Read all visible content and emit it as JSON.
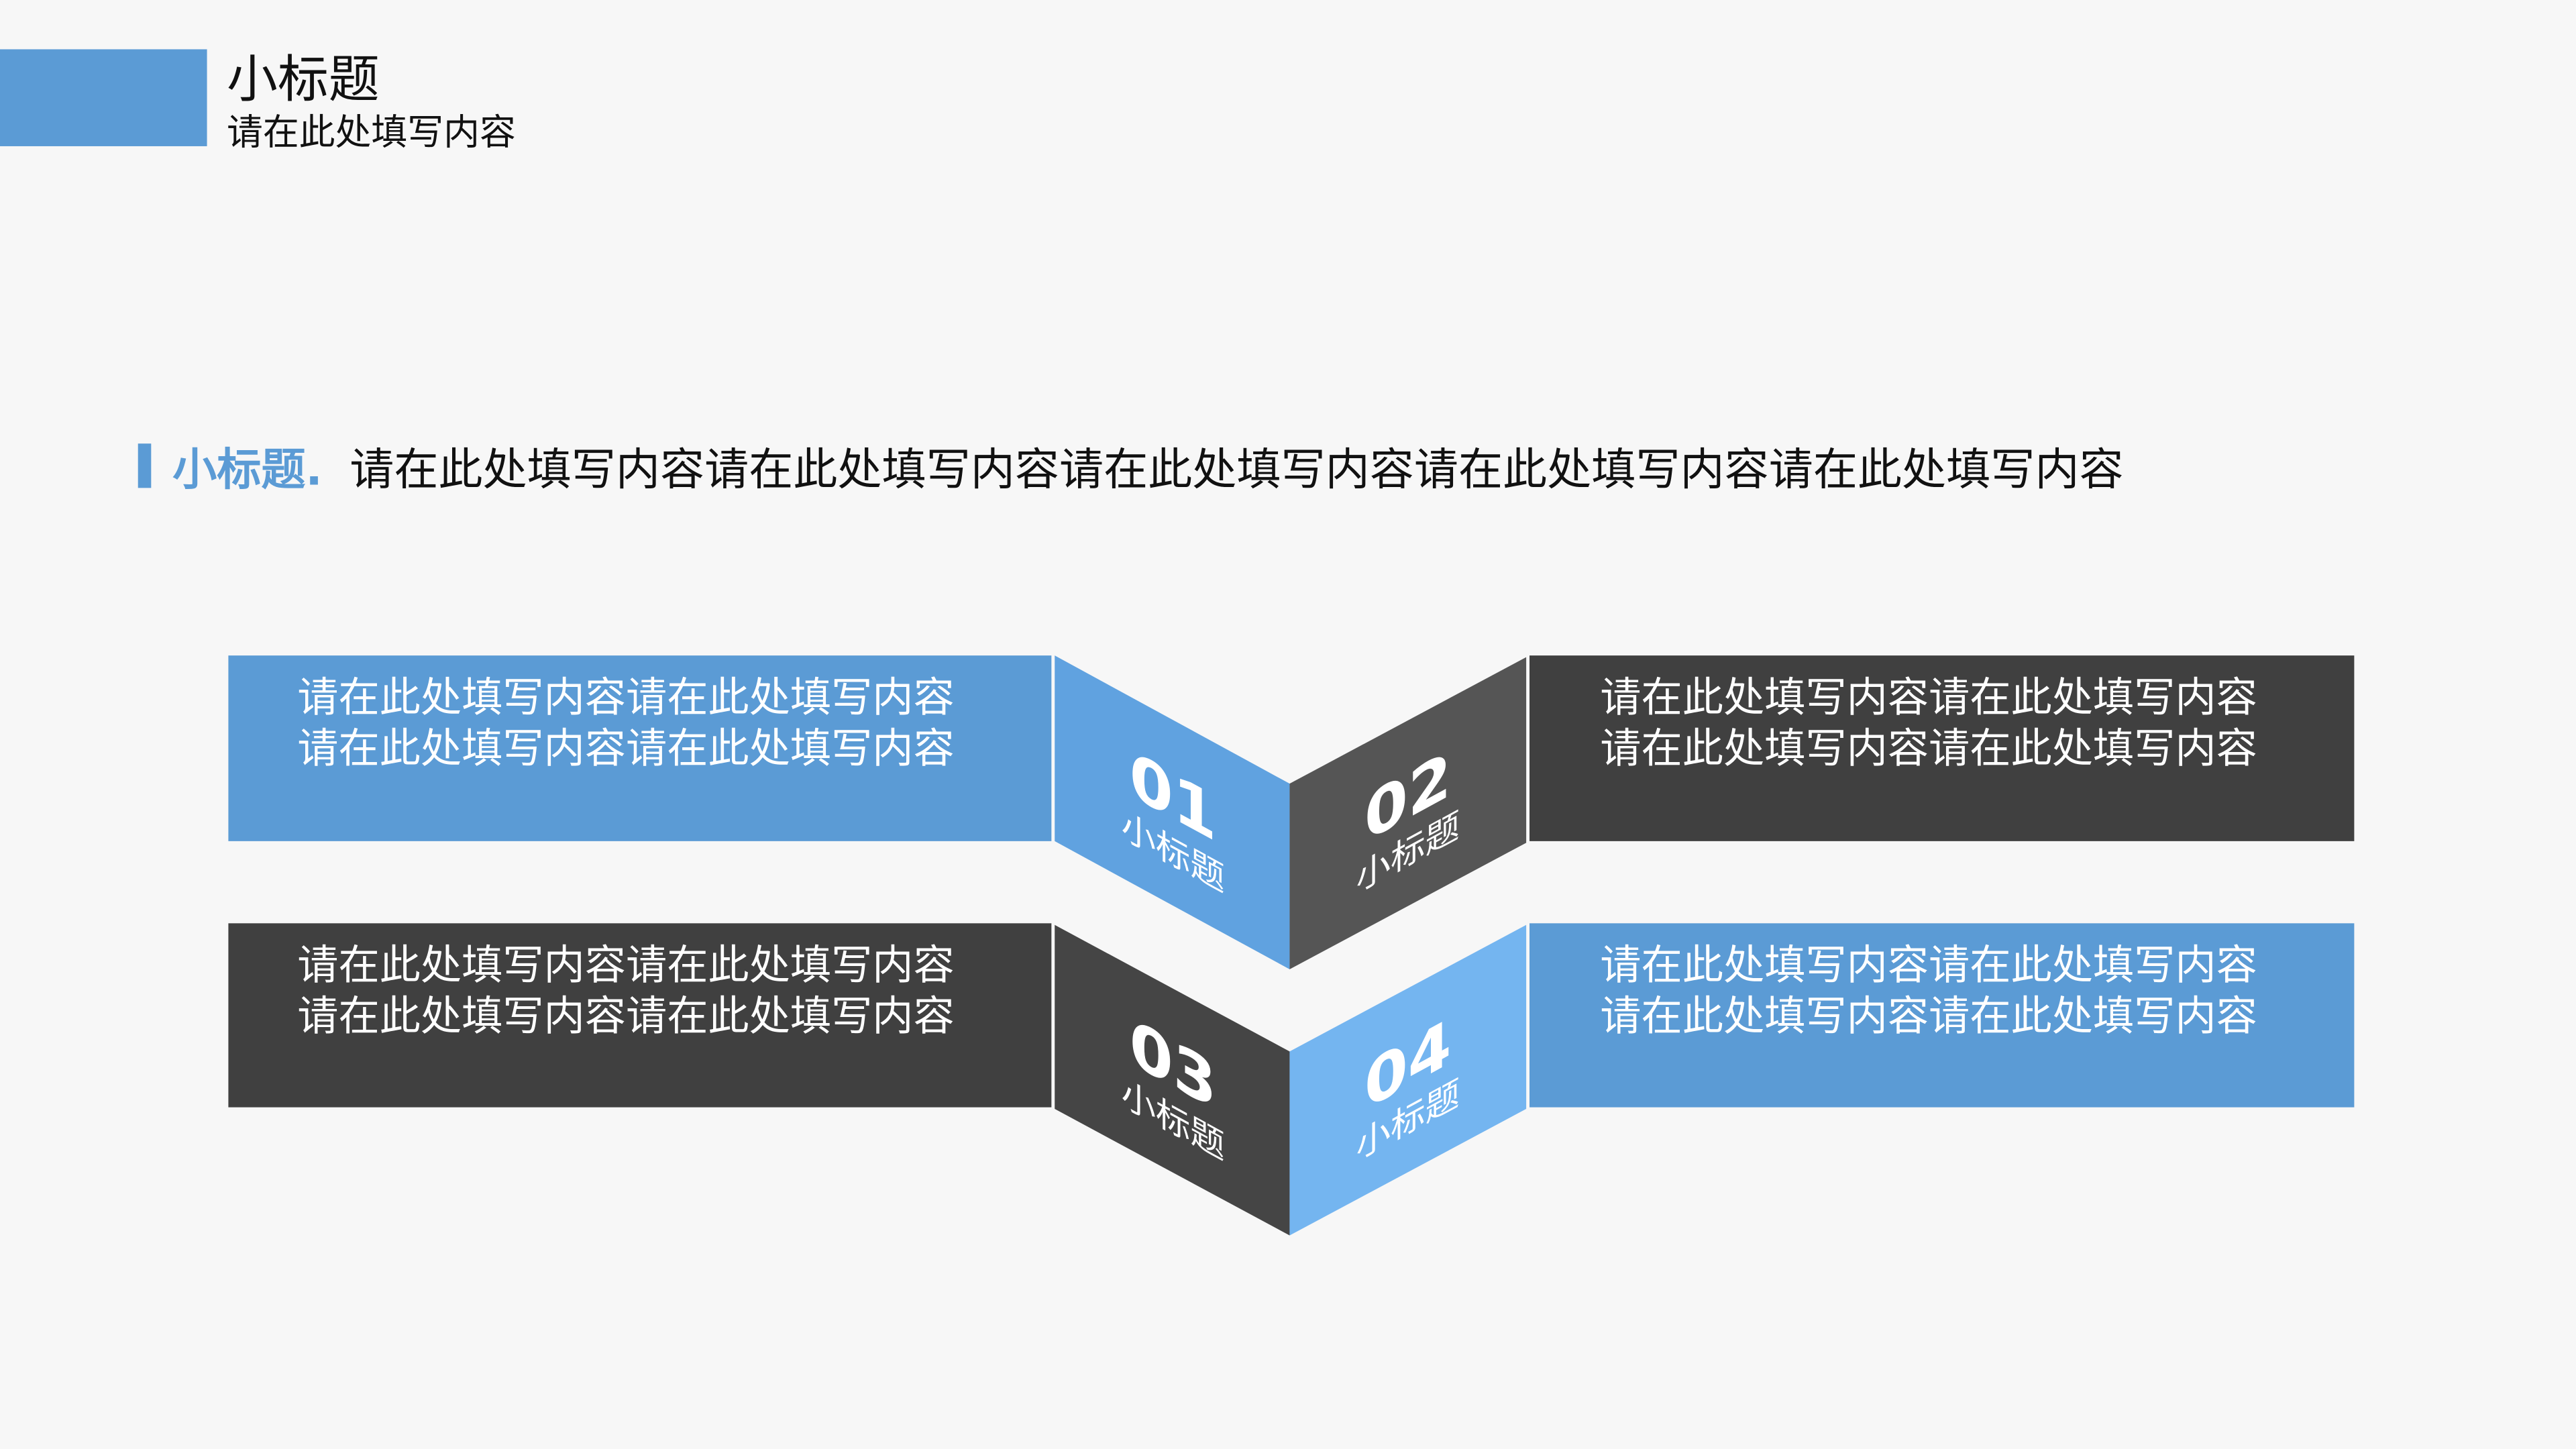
{
  "header": {
    "title": "小标题",
    "subtitle": "请在此处填写内容"
  },
  "headline": {
    "label": "小标题.",
    "text": "请在此处填写内容请在此处填写内容请在此处填写内容请在此处填写内容请在此处填写内容"
  },
  "items": [
    {
      "number": "01",
      "title": "小标题",
      "lines": [
        "请在此处填写内容请在此处填写内容",
        "请在此处填写内容请在此处填写内容"
      ]
    },
    {
      "number": "02",
      "title": "小标题",
      "lines": [
        "请在此处填写内容请在此处填写内容",
        "请在此处填写内容请在此处填写内容"
      ]
    },
    {
      "number": "03",
      "title": "小标题",
      "lines": [
        "请在此处填写内容请在此处填写内容",
        "请在此处填写内容请在此处填写内容"
      ]
    },
    {
      "number": "04",
      "title": "小标题",
      "lines": [
        "请在此处填写内容请在此处填写内容",
        "请在此处填写内容请在此处填写内容"
      ]
    }
  ],
  "colors": {
    "blue": "#5b9bd5",
    "blue_fold": "#60a2e0",
    "light_blue_fold": "#74b5f0",
    "dark": "#404040",
    "dark_fold": "#555555",
    "dark_fold2": "#454545"
  }
}
